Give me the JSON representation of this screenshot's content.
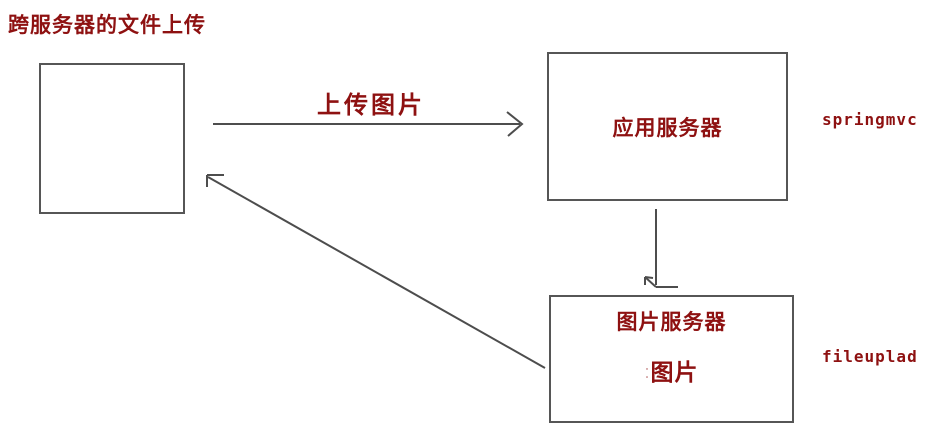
{
  "diagram": {
    "title": "跨服务器的文件上传",
    "upload_arrow": {
      "label": "上传图片"
    },
    "client_box": {
      "label": ""
    },
    "app_server_box": {
      "label": "应用服务器",
      "tag": "springmvc"
    },
    "image_server_box": {
      "title": "图片服务器",
      "content_prefix": ":",
      "content": "图片",
      "tag": "fileuplad"
    },
    "colors": {
      "text_accent": "#8e1111",
      "line": "#4d4d4d",
      "box_border": "#565656",
      "background": "#ffffff"
    }
  }
}
